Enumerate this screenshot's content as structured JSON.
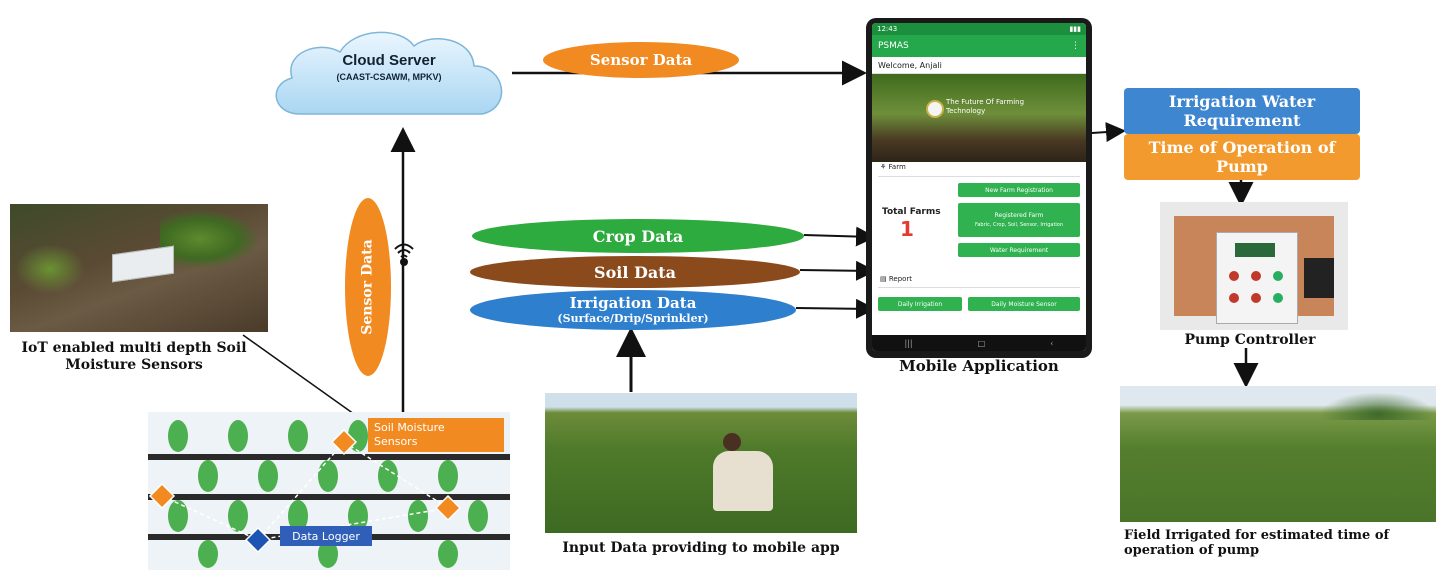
{
  "cloud": {
    "title": "Cloud Server",
    "subtitle": "(CAAST-CSAWM, MPKV)"
  },
  "flows": {
    "sensor_data_top": "Sensor Data",
    "sensor_data_vertical": "Sensor Data",
    "crop_data": "Crop Data",
    "soil_data": "Soil Data",
    "irrigation_data": "Irrigation Data",
    "irrigation_sub": "(Surface/Drip/Sprinkler)"
  },
  "captions": {
    "sensor_photo": "IoT enabled multi depth Soil Moisture Sensors",
    "input_photo": "Input Data providing to mobile app",
    "mobile_app": "Mobile Application",
    "pump_controller": "Pump Controller",
    "field_irrigated": "Field Irrigated for estimated time of operation of pump"
  },
  "layout_labels": {
    "soil_moisture_sensors": "Soil Moisture Sensors",
    "data_logger": "Data Logger"
  },
  "outputs": {
    "irrigation_water_requirement": "Irrigation Water Requirement",
    "time_of_operation": "Time of Operation of Pump"
  },
  "app": {
    "status_time": "12:43",
    "title": "PSMAS",
    "welcome": "Welcome, Anjali",
    "banner_text": "The Future Of Farming Technology",
    "farm_section": "Farm",
    "total_farms_label": "Total Farms",
    "total_farms_value": "1",
    "buttons": {
      "new_farm": "New Farm Registration",
      "registered_farm": "Registered Farm",
      "registered_sub": "Fabric, Crop, Soil, Sensor, Irrigation",
      "water_requirement": "Water Requirement",
      "daily_irrigation": "Daily Irrigation",
      "daily_moisture": "Daily Moisture Sensor"
    },
    "report_section": "Report"
  },
  "colors": {
    "orange": "#f28a22",
    "green": "#2eab3e",
    "brown": "#8b4a1c",
    "blue": "#2f7fcf",
    "box_blue": "#3e86cf",
    "box_orange": "#f29a2e"
  }
}
